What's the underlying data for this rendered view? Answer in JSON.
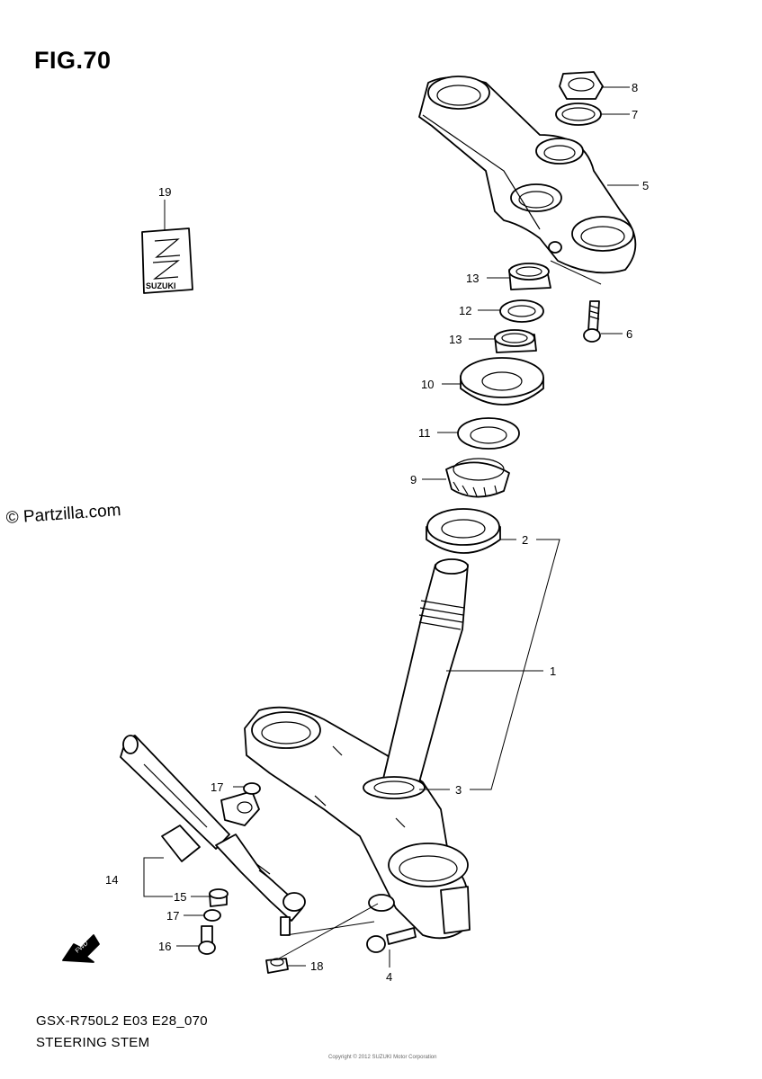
{
  "figure": {
    "title": "FIG.70",
    "watermark": "© Partzilla.com",
    "model_code": "GSX-R750L2 E03 E28_070",
    "section_name": "STEERING STEM",
    "fine_print": "Copyright © 2012 SUZUKI Motor Corporation"
  },
  "callouts": {
    "c1": "1",
    "c2": "2",
    "c3": "3",
    "c4": "4",
    "c5": "5",
    "c6": "6",
    "c7": "7",
    "c8": "8",
    "c9": "9",
    "c10": "10",
    "c11": "11",
    "c12": "12",
    "c13a": "13",
    "c13b": "13",
    "c14": "14",
    "c15": "15",
    "c16": "16",
    "c17a": "17",
    "c17b": "17",
    "c18": "18",
    "c19": "19"
  },
  "emblem": {
    "brand": "SUZUKI"
  },
  "arrow": {
    "label": "FWD"
  }
}
